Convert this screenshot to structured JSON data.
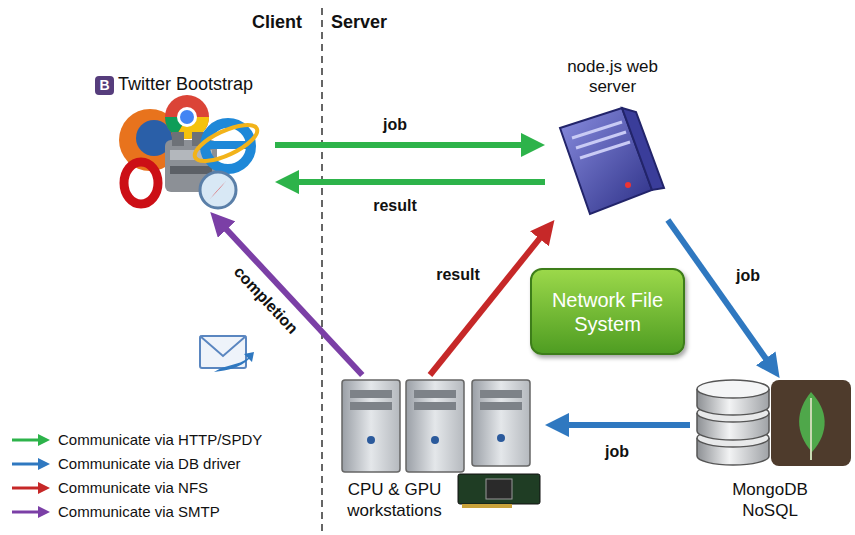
{
  "diagram": {
    "nodes": [
      {
        "text": [
          "Twitter Bootstrap"
        ]
      },
      {
        "text": [
          "node.js web server"
        ]
      },
      {
        "text": [
          "Network File System"
        ]
      },
      {
        "text": [
          "CPU & GPU workstations"
        ]
      },
      {
        "text": [
          "MongoDB NoSQL"
        ]
      }
    ],
    "edges": [
      {
        "from": 0,
        "to": 1,
        "label": "job",
        "arrow": "to"
      },
      {
        "from": 1,
        "to": 0,
        "label": "result",
        "arrow": "to"
      },
      {
        "from": 1,
        "to": 4,
        "label": "job",
        "arrow": "to"
      },
      {
        "from": 4,
        "to": 3,
        "label": "job",
        "arrow": "to"
      },
      {
        "from": 3,
        "to": 1,
        "label": "result",
        "arrow": "to"
      },
      {
        "from": 3,
        "to": 0,
        "label": "completion",
        "arrow": "to"
      }
    ],
    "labels": [
      "Client",
      "Server",
      "B"
    ],
    "legend": [
      {
        "text": "Communicate via HTTP/SPDY"
      },
      {
        "text": "Communicate via DB driver"
      },
      {
        "text": "Communicate via NFS"
      },
      {
        "text": "Communicate via SMTP"
      }
    ]
  }
}
